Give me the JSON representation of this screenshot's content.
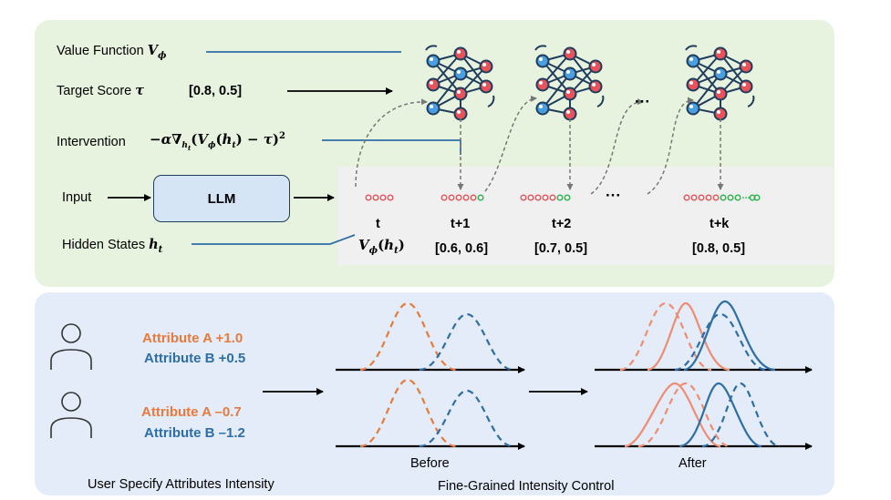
{
  "labels": {
    "value_function": "Value Function",
    "target_score": "Target Score",
    "target_value": "[0.8, 0.5]",
    "intervention": "Intervention",
    "input": "Input",
    "llm": "LLM",
    "hidden_states": "Hidden States",
    "ellipsis": "···"
  },
  "steps": [
    {
      "t": "t",
      "score": ""
    },
    {
      "t": "t+1",
      "score": "[0.6, 0.6]"
    },
    {
      "t": "t+2",
      "score": "[0.7, 0.5]"
    },
    {
      "t": "t+k",
      "score": "[0.8, 0.5]"
    }
  ],
  "users": [
    {
      "attr_a": "Attribute A +1.0",
      "attr_b": "Attribute B +0.5"
    },
    {
      "attr_a": "Attribute A –0.7",
      "attr_b": "Attribute B –1.2"
    }
  ],
  "bottom": {
    "before": "Before",
    "after": "After",
    "user_caption": "User Specify Attributes Intensity",
    "control_caption": "Fine-Grained Intensity Control"
  },
  "colors": {
    "orange": "#e87a3c",
    "blue": "#2d6ea6",
    "node_red": "#e8525a",
    "node_blue": "#4a9fe0",
    "green_dot": "#2bb34a"
  }
}
